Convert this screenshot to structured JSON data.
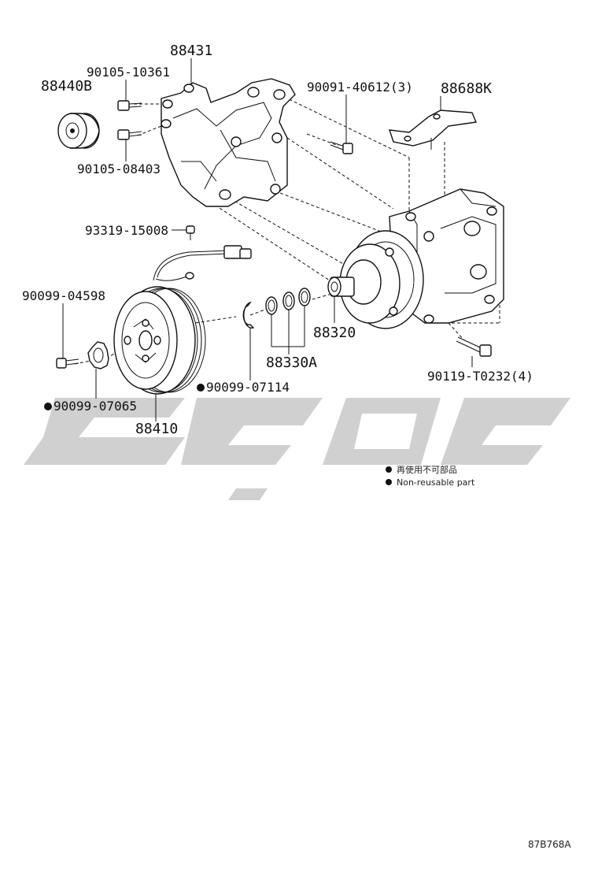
{
  "labels": {
    "bracket": "88431",
    "pulley": "88440B",
    "bolt_upper": "90105-10361",
    "bolt_lower": "90105-08403",
    "bolt_bracket": "90091-40612(3)",
    "bracket_small": "88688K",
    "screw_lead": "93319-15008",
    "bolt_clutch": "90099-04598",
    "gasket": "90099-07065",
    "clutch": "88410",
    "snap_ring": "90099-07114",
    "orings": "88330A",
    "compressor": "88320",
    "bolt_compressor": "90119-T0232(4)"
  },
  "legend": {
    "chinese": "再使用不可部品",
    "english": "Non-reusable part"
  },
  "diagram_code": "87B768A",
  "colors": {
    "line": "#111111",
    "watermark": "#c8c8c8"
  }
}
